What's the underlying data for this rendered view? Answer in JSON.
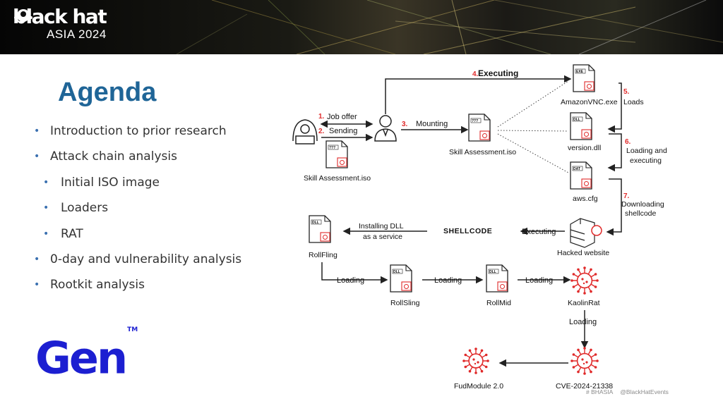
{
  "banner": {
    "brand": "black hat",
    "event": "ASIA 2024"
  },
  "slide": {
    "title": "Agenda",
    "bullets": [
      {
        "text": "Introduction to prior research",
        "level": 1
      },
      {
        "text": "Attack chain analysis",
        "level": 1
      },
      {
        "text": "Initial ISO image",
        "level": 2
      },
      {
        "text": "Loaders",
        "level": 2
      },
      {
        "text": "RAT",
        "level": 2
      },
      {
        "text": "0-day and vulnerability analysis",
        "level": 1
      },
      {
        "text": "Rootkit analysis",
        "level": 1
      }
    ],
    "company_logo": "Gen",
    "company_logo_tm": "TM"
  },
  "diagram": {
    "steps": {
      "s1": "1.",
      "s1_label": "Job offer",
      "s2": "2.",
      "s2_label": "Sending",
      "s3": "3.",
      "s3_label": "Mounting",
      "s4": "4.",
      "s4_label": "Executing",
      "s5": "5.",
      "s5_label": "Loads",
      "s6": "6.",
      "s6_label_1": "Loading and",
      "s6_label_2": "executing",
      "s7": "7.",
      "s7_label_1": "Downloading",
      "s7_label_2": "shellcode"
    },
    "files": {
      "iso_sent": {
        "label": "Skill Assessment.iso",
        "tag": "???"
      },
      "iso_mounted": {
        "label": "Skill Assessment.iso",
        "tag": "???"
      },
      "amazonvnc": {
        "label": "AmazonVNC.exe",
        "tag": "EXE"
      },
      "versiondll": {
        "label": "version.dll",
        "tag": "DLL"
      },
      "awscfg": {
        "label": "aws.cfg",
        "tag": "DAT"
      },
      "rollfling": {
        "label": "RollFling",
        "tag": "DLL"
      },
      "rollsling": {
        "label": "RollSling",
        "tag": "DLL"
      },
      "rollmid": {
        "label": "RollMid",
        "tag": "DLL"
      }
    },
    "nodes": {
      "hacked_website": "Hacked website",
      "kaolinrat": "KaolinRat",
      "cve": "CVE-2024-21338",
      "fudmodule": "FudModule 2.0"
    },
    "flow": {
      "executing": "Executing",
      "shellcode": "SHELLCODE",
      "installing_1": "Installing DLL",
      "installing_2": "as a service",
      "loading_1": "Loading",
      "loading_2": "Loading",
      "loading_3": "Loading",
      "loading_4": "Loading"
    }
  },
  "footer": {
    "hashtag": "# BHASIA",
    "handle": "@BlackHatEvents"
  },
  "colors": {
    "title": "#1f6597",
    "accent_red": "#e02a2a",
    "gen_blue": "#1c1fd1",
    "bullet": "#3a70b0"
  }
}
